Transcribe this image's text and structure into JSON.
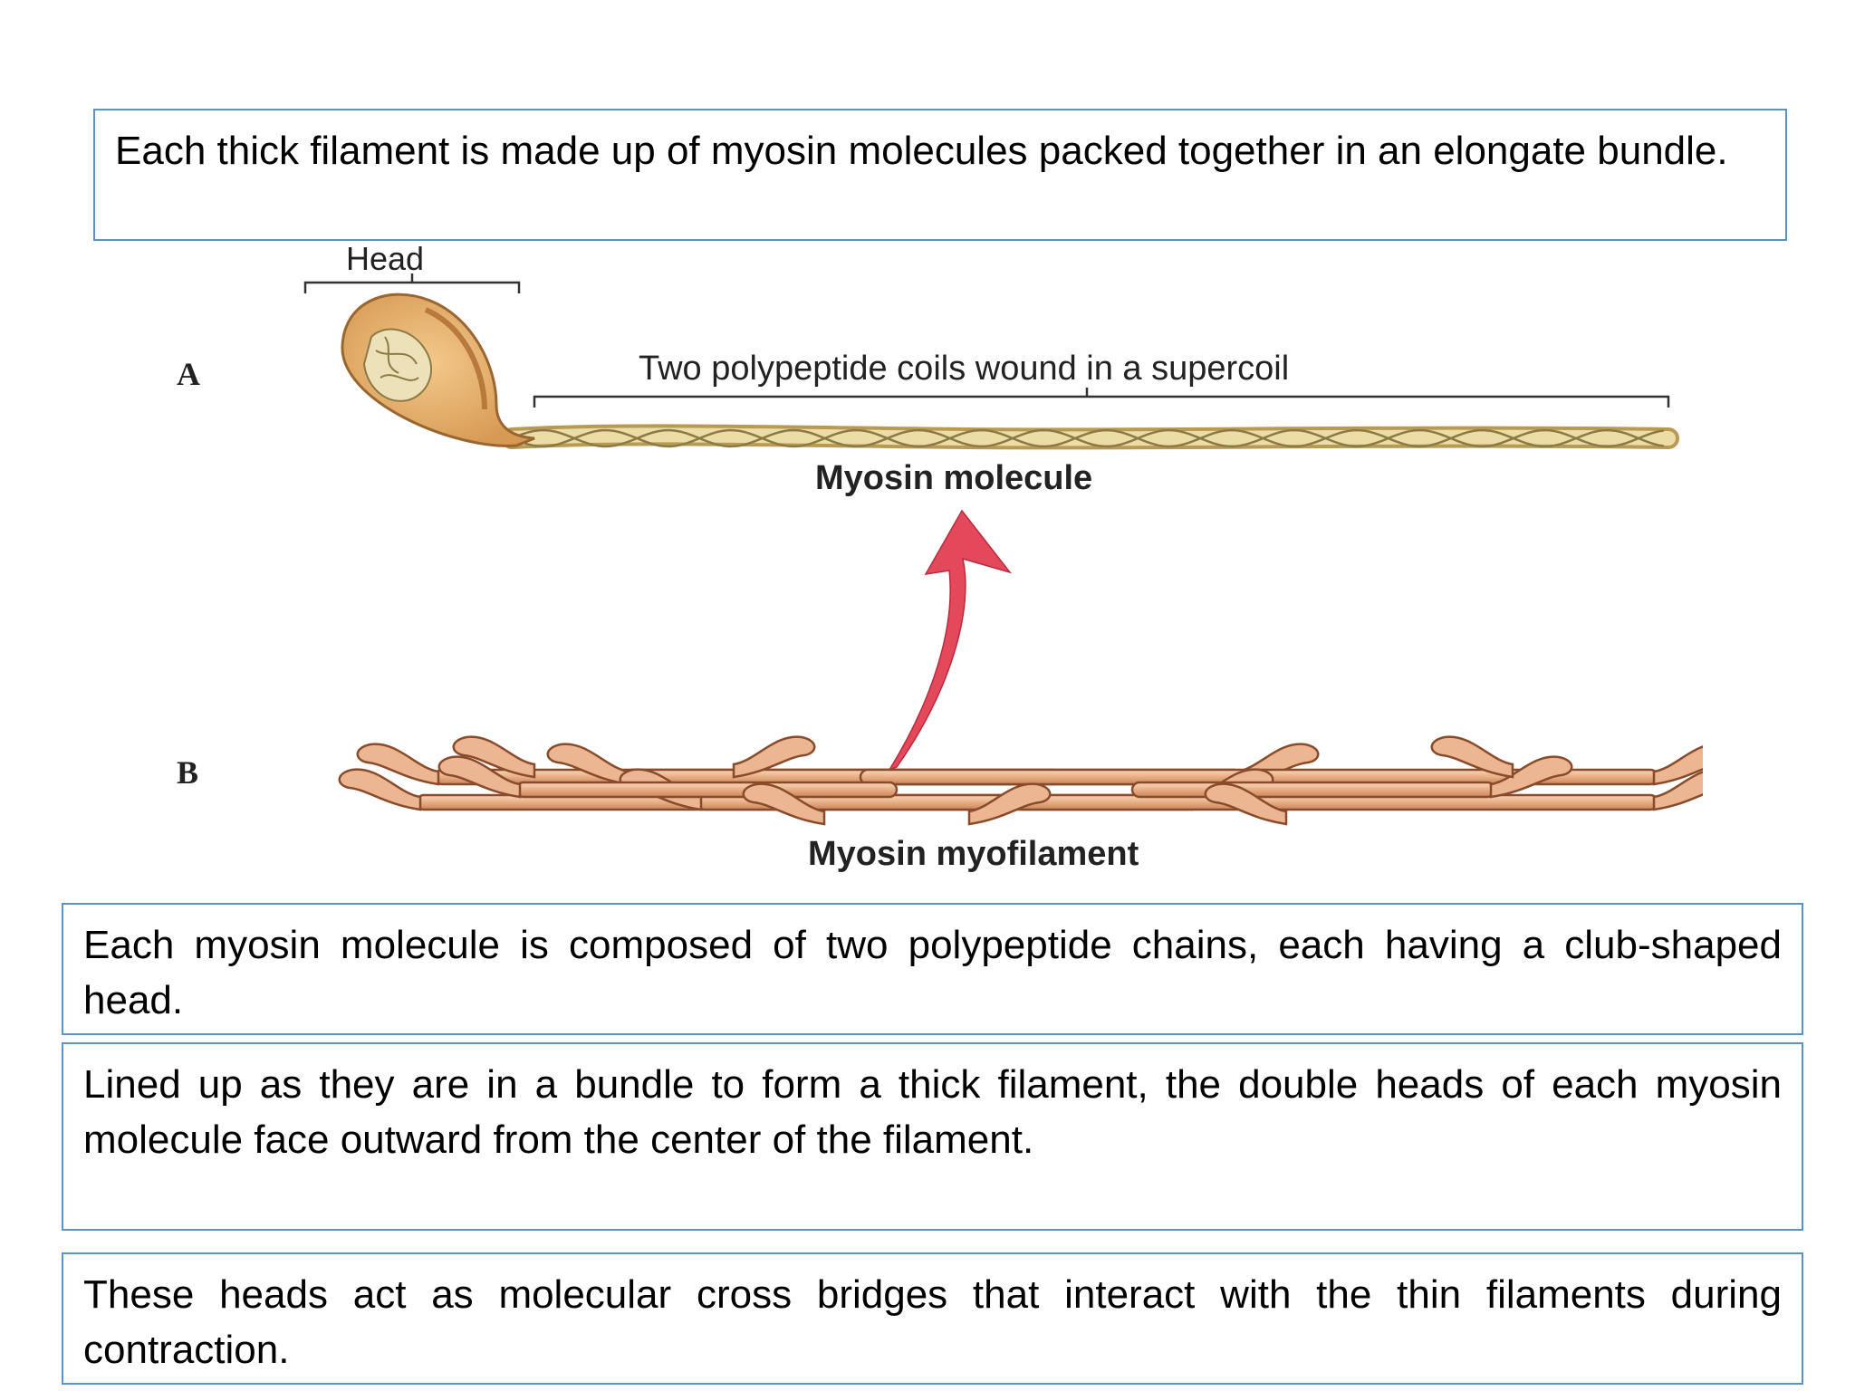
{
  "boxes": {
    "intro": "Each thick filament is made up of myosin molecules packed together in an elongate bundle.",
    "composition": "Each myosin molecule is composed of two polypeptide chains, each having a club-shaped head.",
    "arrangement": "Lined up as they are in a bundle to form a thick filament, the double heads of each myosin molecule face outward from the center of the filament.",
    "function": "These heads act as molecular cross bridges that interact with the thin filaments during contraction."
  },
  "figure": {
    "panel_a": "A",
    "panel_b": "B",
    "head_label": "Head",
    "coil_label": "Two polypeptide coils wound in a supercoil",
    "molecule_label": "Myosin molecule",
    "filament_label": "Myosin myofilament"
  },
  "colors": {
    "box_border": "#5b93c7",
    "myosin_fill": "#e8b48a",
    "myosin_stroke": "#8a4b2a",
    "coil_fill": "#e6d39a",
    "arrow": "#e23a4e"
  }
}
